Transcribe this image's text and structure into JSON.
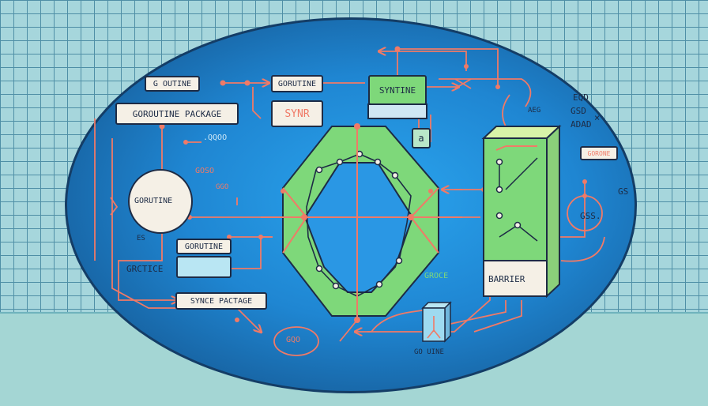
{
  "boxes": {
    "top_left": "G OUTINE",
    "package": "GOROUTINE PACKAGE",
    "top_center": "GORUTINE",
    "synr": "SYNR",
    "syntine": "SYNTINE",
    "small_a": "a",
    "left_circle": "GORUTINE",
    "mid_left": "GORUTINE",
    "synce_package": "SYNCE PACTAGE",
    "barrier_label": "BARRIER",
    "right_small": "GORONE"
  },
  "labels": {
    "qqoo": ".QQOO",
    "goso": "GOSO",
    "ggo": "GGO",
    "es": "ES",
    "grctice": "GRCTICE",
    "groce": "GROCE",
    "gqo": "GQO",
    "go_uine": "GO UINE",
    "aeg": "AEG",
    "right_text_1": "EQD",
    "right_text_2": "GSD",
    "right_text_3": "ADAD",
    "right_text_4": "×",
    "gs": "GS",
    "gss": "GSS."
  },
  "colors": {
    "line": "#f07a67",
    "dark": "#1d2b45",
    "green": "#7ed87a",
    "cream": "#f5f0e6",
    "accent": "#f07a67"
  }
}
